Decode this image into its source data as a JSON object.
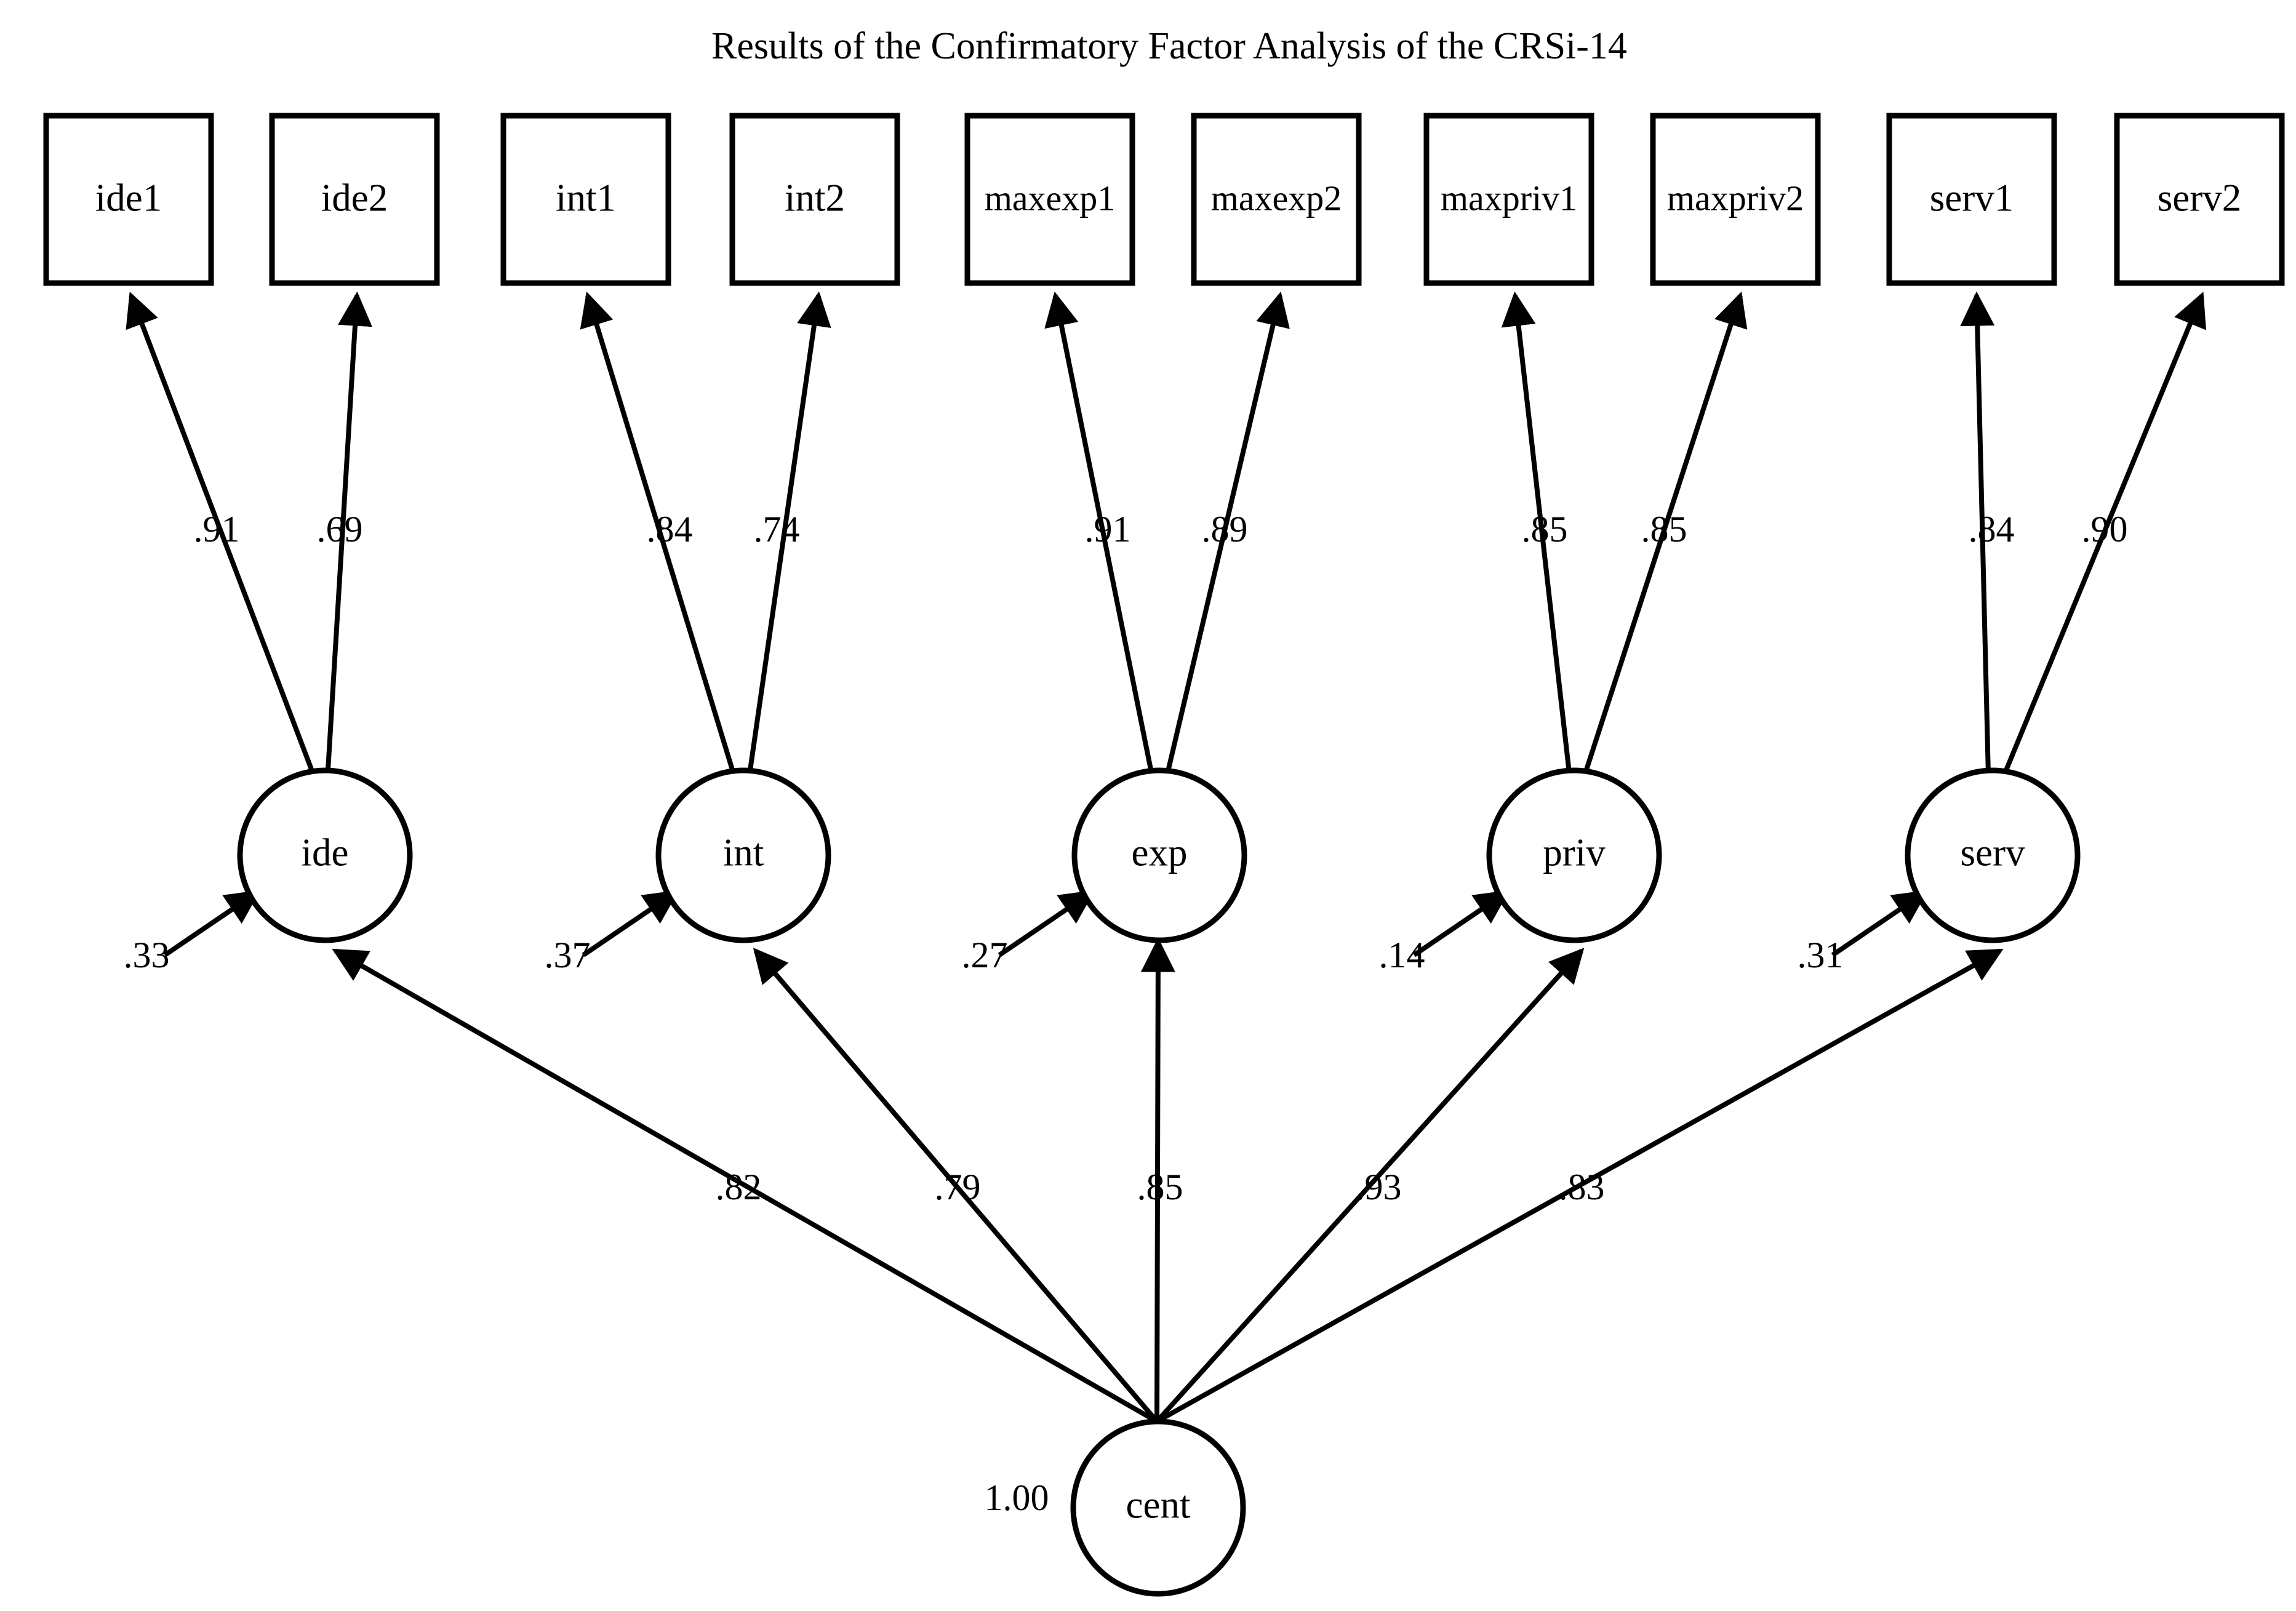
{
  "figure": {
    "title": "Results of the Confirmatory Factor Analysis of the CRSi-14",
    "type": "path-diagram",
    "background_color": "#ffffff",
    "stroke_color": "#000000"
  },
  "chart_data": {
    "type": "diagram",
    "title": "Results of the Confirmatory Factor Analysis of the CRSi-14",
    "observed_variables": [
      {
        "id": "ide1",
        "label": "ide1"
      },
      {
        "id": "ide2",
        "label": "ide2"
      },
      {
        "id": "int1",
        "label": "int1"
      },
      {
        "id": "int2",
        "label": "int2"
      },
      {
        "id": "maxexp1",
        "label": "maxexp1"
      },
      {
        "id": "maxexp2",
        "label": "maxexp2"
      },
      {
        "id": "maxpriv1",
        "label": "maxpriv1"
      },
      {
        "id": "maxpriv2",
        "label": "maxpriv2"
      },
      {
        "id": "serv1",
        "label": "serv1"
      },
      {
        "id": "serv2",
        "label": "serv2"
      }
    ],
    "latent_factors": [
      {
        "id": "ide",
        "label": "ide"
      },
      {
        "id": "int",
        "label": "int"
      },
      {
        "id": "exp",
        "label": "exp"
      },
      {
        "id": "priv",
        "label": "priv"
      },
      {
        "id": "serv",
        "label": "serv"
      }
    ],
    "second_order_factor": {
      "id": "cent",
      "label": "cent"
    },
    "factor_loadings": [
      {
        "from": "ide",
        "to": "ide1",
        "value": ".91"
      },
      {
        "from": "ide",
        "to": "ide2",
        "value": ".69"
      },
      {
        "from": "int",
        "to": "int1",
        "value": ".84"
      },
      {
        "from": "int",
        "to": "int2",
        "value": ".74"
      },
      {
        "from": "exp",
        "to": "maxexp1",
        "value": ".91"
      },
      {
        "from": "exp",
        "to": "maxexp2",
        "value": ".89"
      },
      {
        "from": "priv",
        "to": "maxpriv1",
        "value": ".85"
      },
      {
        "from": "priv",
        "to": "maxpriv2",
        "value": ".85"
      },
      {
        "from": "serv",
        "to": "serv1",
        "value": ".84"
      },
      {
        "from": "serv",
        "to": "serv2",
        "value": ".90"
      }
    ],
    "residual_variances": [
      {
        "on": "ide",
        "value": ".33"
      },
      {
        "on": "int",
        "value": ".37"
      },
      {
        "on": "exp",
        "value": ".27"
      },
      {
        "on": "priv",
        "value": ".14"
      },
      {
        "on": "serv",
        "value": ".31"
      }
    ],
    "structural_paths": [
      {
        "from": "cent",
        "to": "ide",
        "value": ".82"
      },
      {
        "from": "cent",
        "to": "int",
        "value": ".79"
      },
      {
        "from": "cent",
        "to": "exp",
        "value": ".85"
      },
      {
        "from": "cent",
        "to": "priv",
        "value": ".93"
      },
      {
        "from": "cent",
        "to": "serv",
        "value": ".83"
      }
    ],
    "fixed_variance": {
      "on": "cent",
      "value": "1.00"
    }
  },
  "boxes": {
    "ide1": {
      "label": "ide1"
    },
    "ide2": {
      "label": "ide2"
    },
    "int1": {
      "label": "int1"
    },
    "int2": {
      "label": "int2"
    },
    "maxexp1": {
      "label": "maxexp1"
    },
    "maxexp2": {
      "label": "maxexp2"
    },
    "maxpriv1": {
      "label": "maxpriv1"
    },
    "maxpriv2": {
      "label": "maxpriv2"
    },
    "serv1": {
      "label": "serv1"
    },
    "serv2": {
      "label": "serv2"
    }
  },
  "circles": {
    "ide": {
      "label": "ide"
    },
    "int": {
      "label": "int"
    },
    "exp": {
      "label": "exp"
    },
    "priv": {
      "label": "priv"
    },
    "serv": {
      "label": "serv"
    },
    "cent": {
      "label": "cent"
    }
  },
  "loading_labels": {
    "ide1": ".91",
    "ide2": ".69",
    "int1": ".84",
    "int2": ".74",
    "maxexp1": ".91",
    "maxexp2": ".89",
    "maxpriv1": ".85",
    "maxpriv2": ".85",
    "serv1": ".84",
    "serv2": ".90"
  },
  "residual_labels": {
    "ide": ".33",
    "int": ".37",
    "exp": ".27",
    "priv": ".14",
    "serv": ".31"
  },
  "path_labels": {
    "ide": ".82",
    "int": ".79",
    "exp": ".85",
    "priv": ".93",
    "serv": ".83"
  },
  "cent_variance_label": "1.00"
}
